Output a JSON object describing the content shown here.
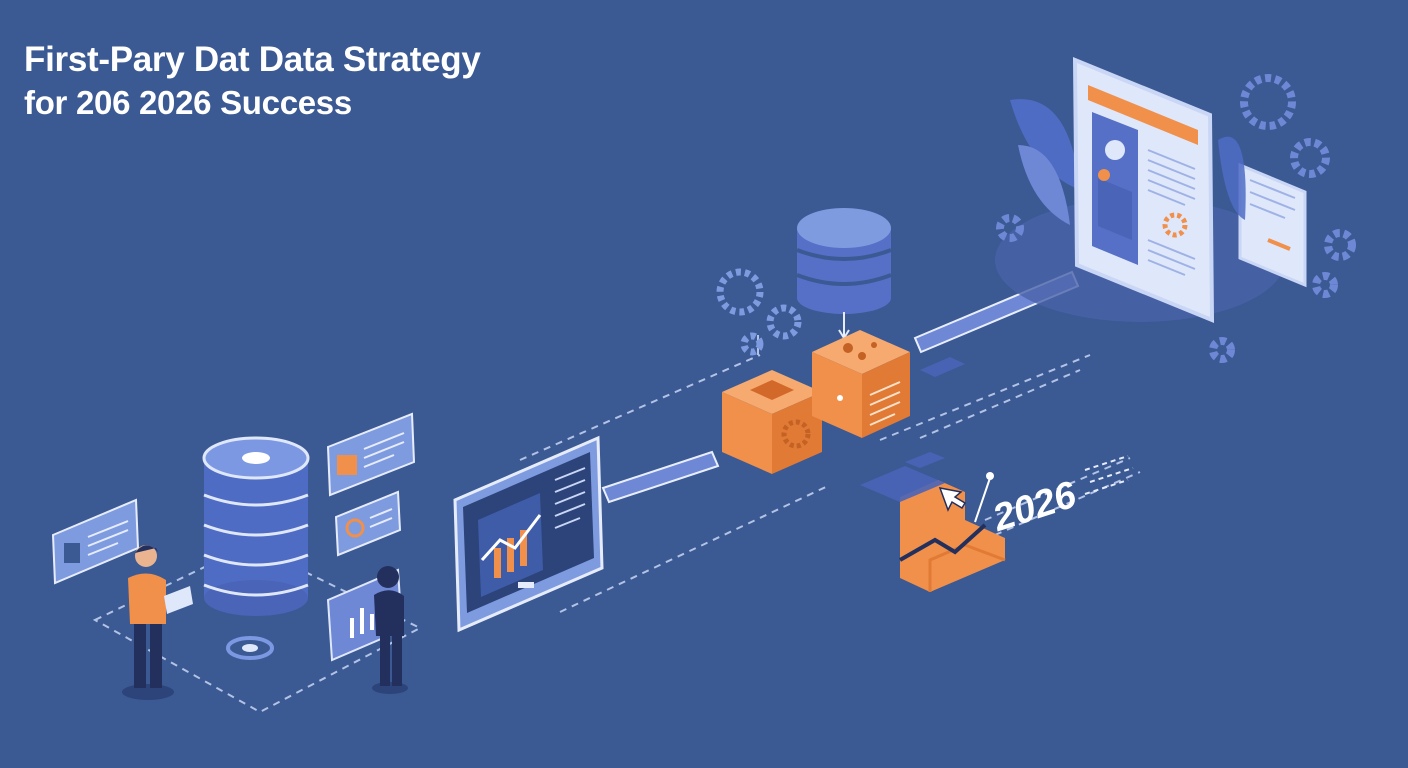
{
  "title": {
    "line1": "First-Pary Dat Data Strategy",
    "line2": "for 206 2026 Success"
  },
  "year_label": "2026",
  "colors": {
    "background": "#3b5993",
    "accent_orange": "#f0904a",
    "accent_blue": "#7f9be0",
    "dark_navy": "#23305e",
    "white": "#ffffff"
  },
  "icons": [
    "database-icon",
    "gear-icon",
    "cube-icon",
    "monitor-icon",
    "tablet-icon",
    "chat-bubble-icon",
    "cursor-icon"
  ]
}
